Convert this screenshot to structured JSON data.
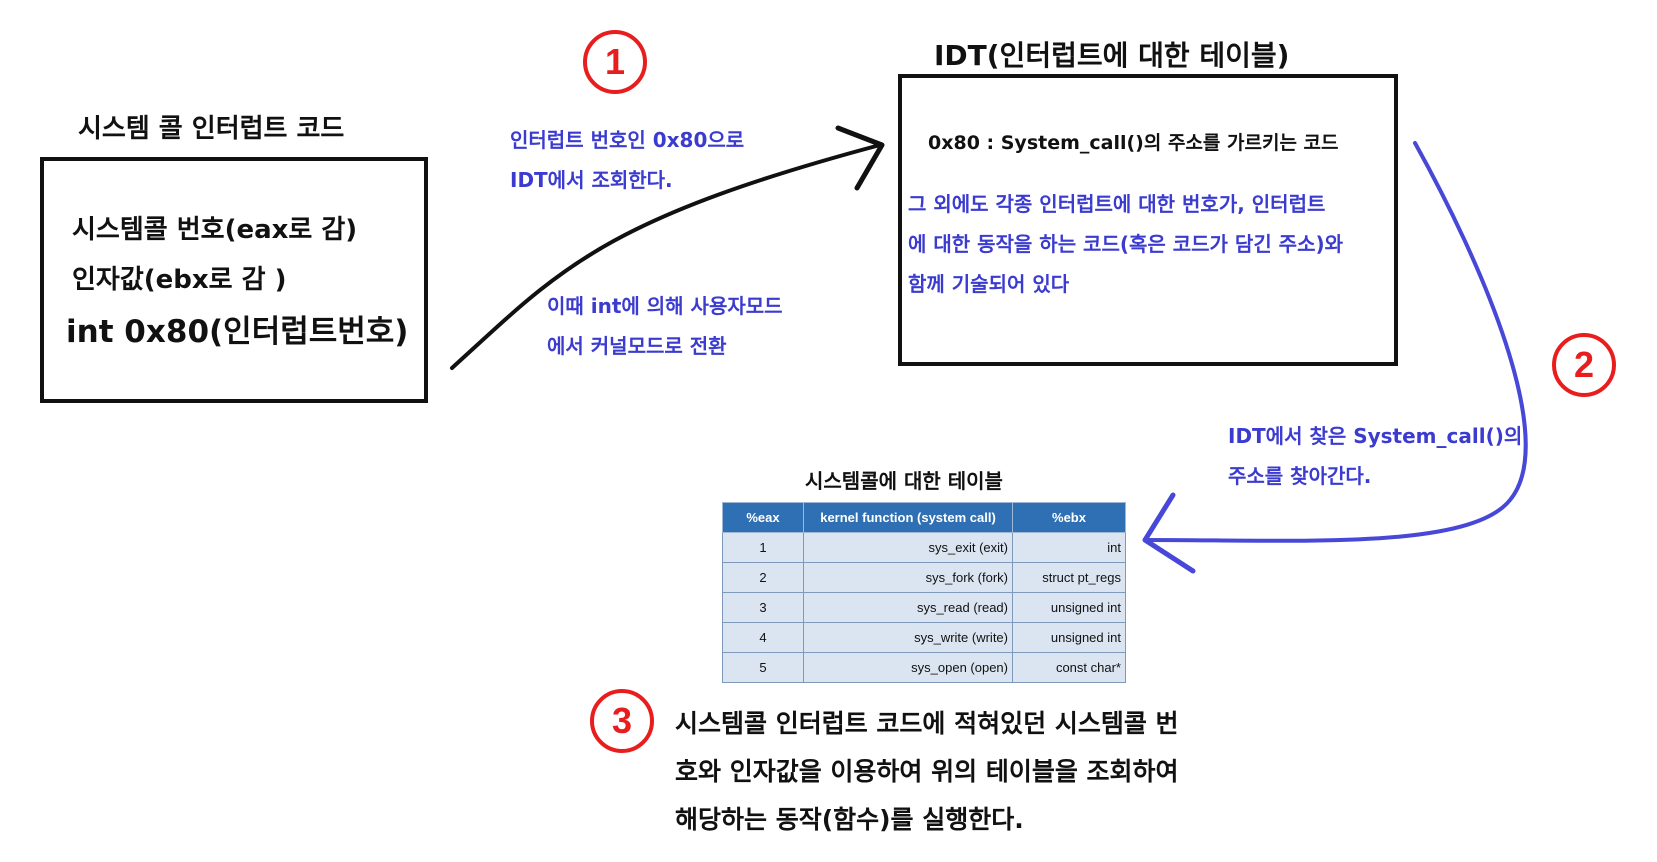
{
  "left_box": {
    "title": "시스템 콜 인터럽트 코드",
    "line1": "시스템콜 번호(eax로 감)",
    "line2": "인자값(ebx로 감 )",
    "line3": "int 0x80(인터럽트번호)"
  },
  "step1": {
    "number": "1",
    "note_line1": "인터럽트 번호인 0x80으로",
    "note_line2": "IDT에서 조회한다.",
    "mode_line1": "이때 int에 의해 사용자모드",
    "mode_line2": "에서 커널모드로 전환"
  },
  "idt": {
    "title": "IDT(인터럽트에 대한 테이블)",
    "entry": "0x80 : System_call()의 주소를 가르키는 코드",
    "desc_line1": "그 외에도 각종 인터럽트에 대한 번호가, 인터럽트",
    "desc_line2": "에 대한 동작을 하는 코드(혹은 코드가 담긴 주소)와",
    "desc_line3": "함께 기술되어 있다"
  },
  "step2": {
    "number": "2",
    "note_line1": "IDT에서 찾은 System_call()의",
    "note_line2": "주소를 찾아간다."
  },
  "syscall_table": {
    "title": "시스템콜에 대한 테이블",
    "headers": [
      "%eax",
      "kernel function (system call)",
      "%ebx"
    ],
    "rows": [
      [
        "1",
        "sys_exit (exit)",
        "int"
      ],
      [
        "2",
        "sys_fork (fork)",
        "struct pt_regs"
      ],
      [
        "3",
        "sys_read (read)",
        "unsigned int"
      ],
      [
        "4",
        "sys_write (write)",
        "unsigned int"
      ],
      [
        "5",
        "sys_open (open)",
        "const char*"
      ]
    ]
  },
  "step3": {
    "number": "3",
    "line1": "시스템콜 인터럽트 코드에 적혀있던 시스템콜 번",
    "line2": "호와 인자값을 이용하여 위의 테이블을 조회하여",
    "line3": "해당하는 동작(함수)를 실행한다."
  },
  "colors": {
    "note_blue": "#3b3bd0",
    "circle_red": "#e81e1e",
    "table_header": "#2f6fb3",
    "table_cell": "#dbe5f1"
  }
}
